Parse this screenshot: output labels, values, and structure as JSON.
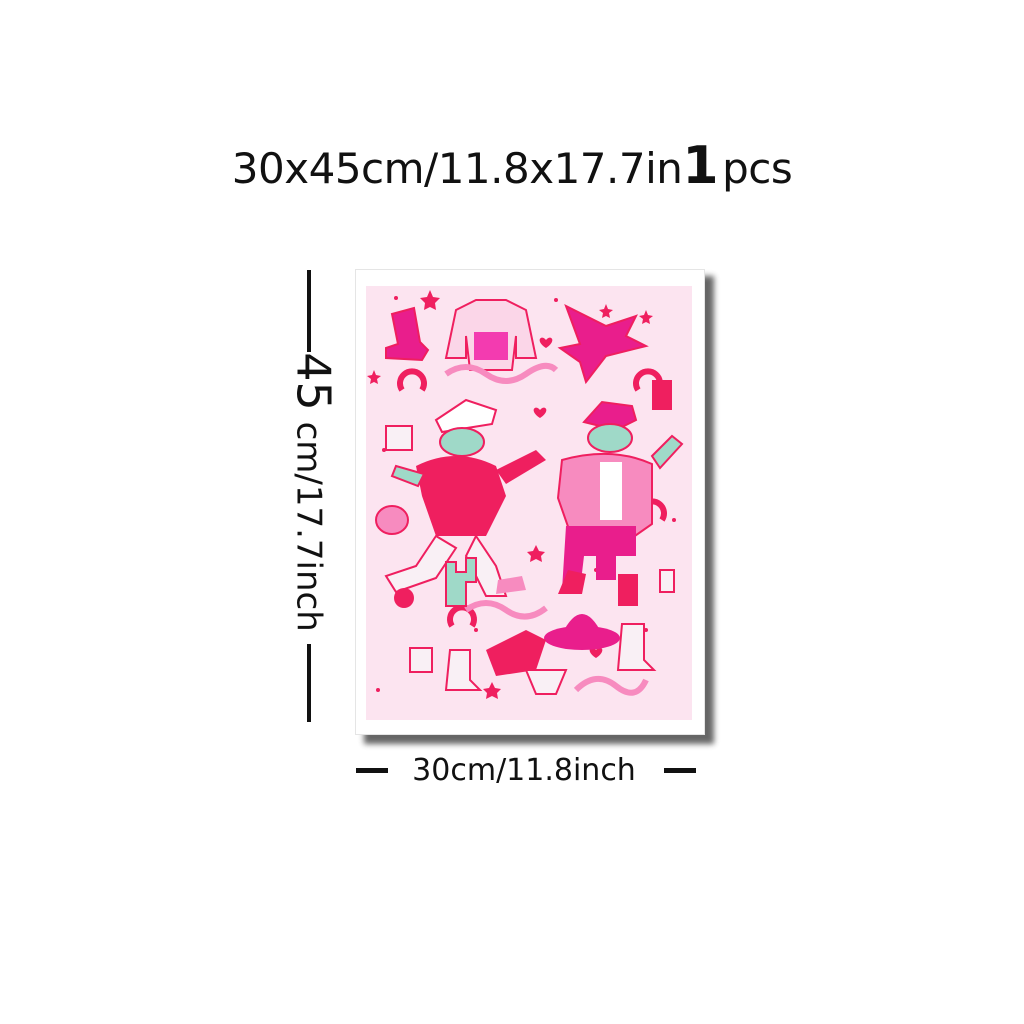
{
  "header": {
    "size_text": "30x45cm/11.8x17.7in",
    "quantity": "1",
    "unit": "pcs"
  },
  "dimensions": {
    "height_number": "45",
    "height_unit_text": "cm/17.7inch",
    "width_text": "30cm/11.8inch"
  },
  "poster": {
    "subject": "pink western cowboy frogs dancing illustration",
    "colors": {
      "background": "#fce4f0",
      "accent": "#ef1f5f",
      "light_pink": "#f78bbf",
      "hot_pink": "#e91e8c",
      "mint": "#9fd9c8"
    }
  }
}
